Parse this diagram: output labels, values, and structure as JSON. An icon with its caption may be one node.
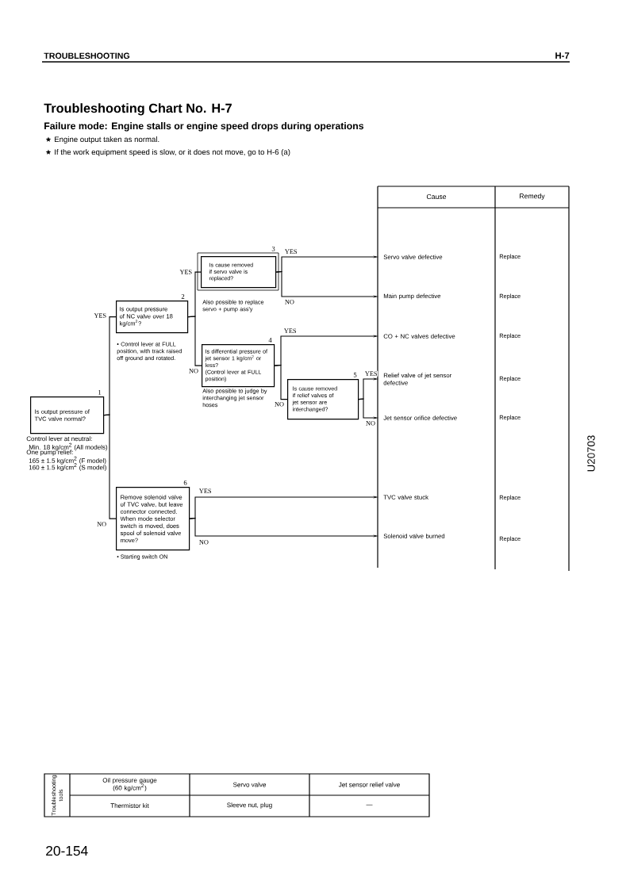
{
  "diagram": {
    "title": "Troubleshooting Chart No. H-7",
    "nodes": [
      {
        "text": [
          "Is output pressure of TVC valve normal?"
        ],
        "beside": [
          "1",
          "Control lever at neutral:",
          "Min. 18 kg/cm$^{2}$ (All models)",
          "One pump relief:",
          "165 ± 1.5 kg/cm$^{2}$ (F model)",
          "160 ± 1.5 kg/cm$^{2}$ (S model)"
        ]
      },
      {
        "text": [
          "Is output pressure of NC valve over 18 kg/cm$^{2}$?"
        ],
        "beside": [
          "2",
          "• Control lever at FULL position, with track raised off ground and rotated."
        ]
      },
      {
        "text": [
          "Is cause removed if servo valve is replaced?"
        ],
        "beside": [
          "3",
          "Also possible to replace servo + pump ass'y"
        ]
      },
      {
        "text": [
          "Is differential pressure of jet sensor 1 kg/cm$^{2}$ or less?",
          "(Control lever at FULL position)"
        ],
        "beside": [
          "4",
          "Also possible to judge by interchanging jet sensor hoses"
        ]
      },
      {
        "text": [
          "Is cause removed if relief valves of jet sensor are interchanged?"
        ],
        "beside": [
          "5"
        ]
      },
      {
        "text": [
          "Remove solenoid valve of TVC valve, but leave connector connected. When mode selector switch is moved, does spool of solenoid valve move?"
        ],
        "beside": [
          "6",
          "• Starting switch ON"
        ]
      },
      {
        "text": [
          "Servo valve defective"
        ]
      },
      {
        "text": [
          "Main pump defective"
        ]
      },
      {
        "text": [
          "CO + NC valves defective"
        ]
      },
      {
        "text": [
          "Relief valve of jet sensor defective"
        ]
      },
      {
        "text": [
          "Jet sensor orifice defective"
        ]
      },
      {
        "text": [
          "TVC valve stuck"
        ]
      },
      {
        "text": [
          "Solenoid valve burned"
        ]
      }
    ],
    "edges": [
      {
        "from": 0,
        "to": 1,
        "arrow": "none",
        "label": "YES"
      },
      {
        "from": 0,
        "to": 5,
        "arrow": "none",
        "label": "NO"
      },
      {
        "from": 1,
        "to": 2,
        "arrow": "none",
        "label": "YES"
      },
      {
        "from": 1,
        "to": 3,
        "arrow": "none",
        "label": "NO"
      },
      {
        "from": 2,
        "to": 6,
        "arrow": "to",
        "label": "YES"
      },
      {
        "from": 2,
        "to": 7,
        "arrow": "to",
        "label": "NO"
      },
      {
        "from": 3,
        "to": 8,
        "arrow": "to",
        "label": "YES"
      },
      {
        "from": 3,
        "to": 4,
        "arrow": "none",
        "label": "NO"
      },
      {
        "from": 4,
        "to": 9,
        "arrow": "to",
        "label": "YES"
      },
      {
        "from": 4,
        "to": 10,
        "arrow": "to",
        "label": "NO"
      },
      {
        "from": 5,
        "to": 11,
        "arrow": "to",
        "label": "YES"
      },
      {
        "from": 5,
        "to": 12,
        "arrow": "to",
        "label": "NO"
      }
    ],
    "labels": [
      "TROUBLESHOOTING",
      "H-7",
      "Failure mode: Engine stalls or engine speed drops during operations",
      "Engine output taken as normal.",
      "If the work equipment speed is slow, or it does not move, go to H-6 (a)",
      "Cause",
      "Remedy",
      "Replace",
      "Replace",
      "Replace",
      "Replace",
      "Replace",
      "Replace",
      "Replace",
      "U20703",
      "Troubleshooting tools",
      "Oil pressure gauge (60 kg/cm$^{2}$)",
      "Servo valve",
      "Jet sensor relief valve",
      "Thermistor kit",
      "Sleeve nut, plug",
      "—",
      "20-154"
    ]
  }
}
